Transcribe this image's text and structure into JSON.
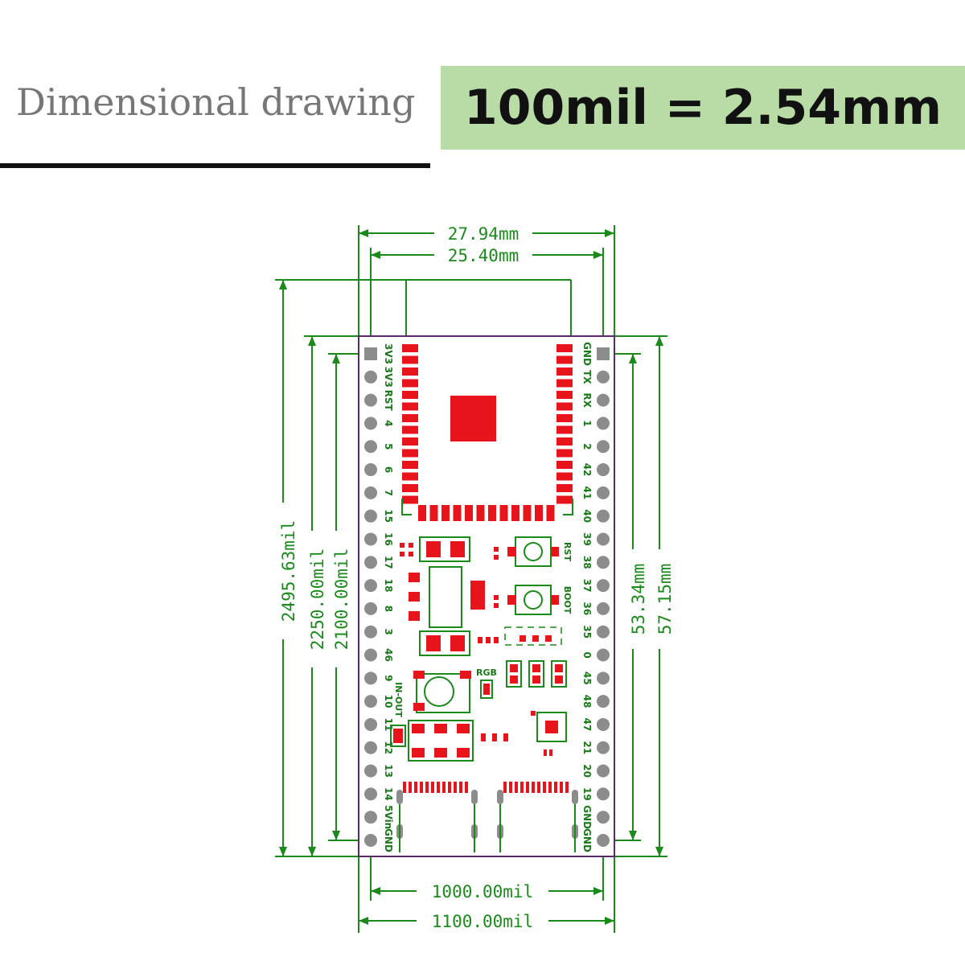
{
  "header": {
    "title": "Dimensional drawing",
    "scale_note": "100mil = 2.54mm"
  },
  "dimensions": {
    "width_outer": "27.94mm",
    "width_pitch": "25.40mm",
    "height_total": "2495.63mil",
    "height_board": "2250.00mil",
    "height_pins": "2100.00mil",
    "right_pins": "53.34mm",
    "right_board": "57.15mm",
    "bottom_pitch": "1000.00mil",
    "bottom_outer": "1100.00mil"
  },
  "board": {
    "left_pins": [
      "3V3",
      "3V3",
      "RST",
      "4",
      "5",
      "6",
      "7",
      "15",
      "16",
      "17",
      "18",
      "8",
      "3",
      "46",
      "9",
      "10",
      "11",
      "12",
      "13",
      "14",
      "5Vin",
      "GND"
    ],
    "right_pins": [
      "GND",
      "TX",
      "RX",
      "1",
      "2",
      "42",
      "41",
      "40",
      "39",
      "38",
      "37",
      "36",
      "35",
      "0",
      "45",
      "48",
      "47",
      "21",
      "20",
      "19",
      "GND",
      "GND"
    ],
    "labels": {
      "rst": "RST",
      "boot": "BOOT",
      "rgb": "RGB",
      "in_out": "IN-OUT"
    },
    "colors": {
      "silk": "#1a8a1a",
      "pad": "#e8141c",
      "pin": "#8c8c8c",
      "outline": "#5a2a6a"
    }
  }
}
